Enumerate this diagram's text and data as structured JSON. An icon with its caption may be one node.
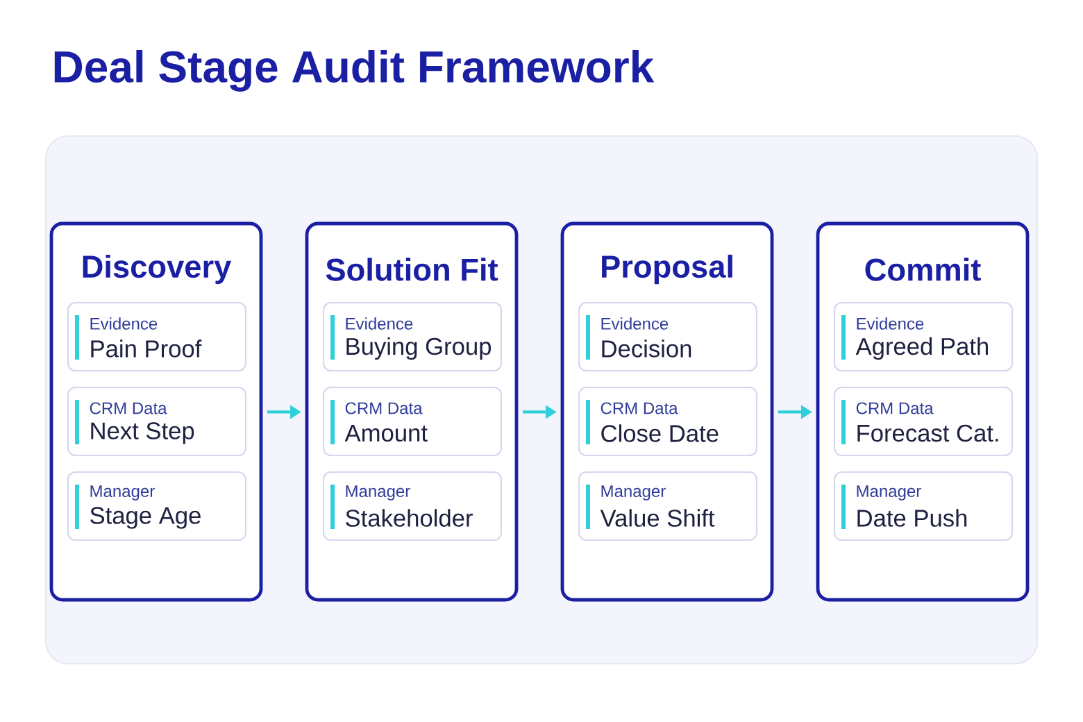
{
  "diagram": {
    "title": "Deal Stage Audit Framework",
    "nodes": [
      {
        "text": [
          "Discovery"
        ]
      },
      {
        "text": [
          "Evidence",
          "Pain Proof"
        ],
        "in": 0
      },
      {
        "text": [
          "CRM Data",
          "Next Step"
        ],
        "in": 0
      },
      {
        "text": [
          "Manager",
          "Stage Age"
        ],
        "in": 0
      },
      {
        "text": [
          "Solution Fit"
        ]
      },
      {
        "text": [
          "Evidence",
          "Buying Group"
        ],
        "in": 4
      },
      {
        "text": [
          "CRM Data",
          "Amount"
        ],
        "in": 4
      },
      {
        "text": [
          "Manager",
          "Stakeholder"
        ],
        "in": 4
      },
      {
        "text": [
          "Proposal"
        ]
      },
      {
        "text": [
          "Evidence",
          "Decision"
        ],
        "in": 8
      },
      {
        "text": [
          "CRM Data",
          "Close Date"
        ],
        "in": 8
      },
      {
        "text": [
          "Manager",
          "Value Shift"
        ],
        "in": 8
      },
      {
        "text": [
          "Commit"
        ]
      },
      {
        "text": [
          "Evidence",
          "Agreed Path"
        ],
        "in": 12
      },
      {
        "text": [
          "CRM Data",
          "Forecast Cat."
        ],
        "in": 12
      },
      {
        "text": [
          "Manager",
          "Date Push"
        ],
        "in": 12
      }
    ],
    "edges": [
      {
        "from": 0,
        "to": 4,
        "arrow": "to"
      },
      {
        "from": 4,
        "to": 8,
        "arrow": "to"
      },
      {
        "from": 8,
        "to": 12,
        "arrow": "to"
      }
    ]
  }
}
